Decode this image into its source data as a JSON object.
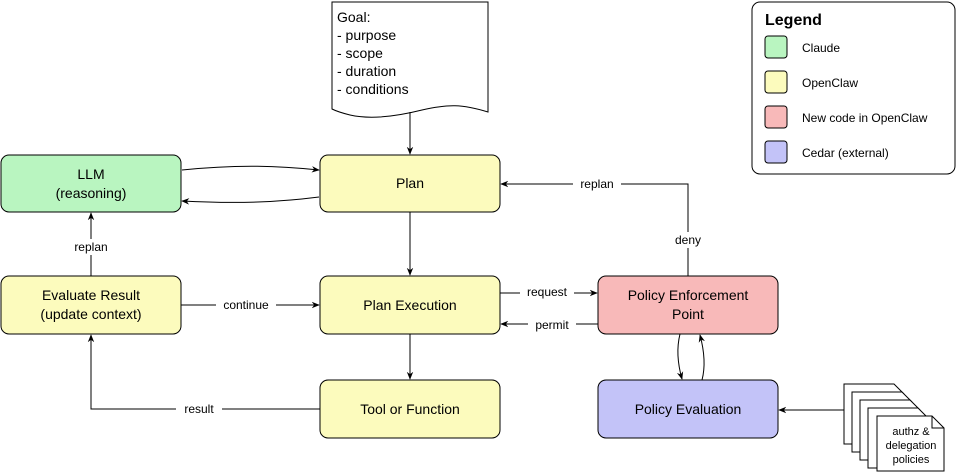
{
  "colors": {
    "claude": "#b9f5c0",
    "openclaw": "#fcfbbd",
    "new_code": "#f8b9b9",
    "cedar": "#c3c3f8",
    "stroke": "#000000",
    "white": "#ffffff"
  },
  "goal": {
    "lines": [
      "Goal:",
      "- purpose",
      "- scope",
      "- duration",
      "- conditions"
    ]
  },
  "nodes": {
    "llm": {
      "lines": [
        "LLM",
        "(reasoning)"
      ]
    },
    "plan": {
      "lines": [
        "Plan"
      ]
    },
    "evaluate": {
      "lines": [
        "Evaluate Result",
        "(update context)"
      ]
    },
    "plan_execution": {
      "lines": [
        "Plan Execution"
      ]
    },
    "pep": {
      "lines": [
        "Policy Enforcement",
        "Point"
      ]
    },
    "tool": {
      "lines": [
        "Tool or Function"
      ]
    },
    "policy_evaluation": {
      "lines": [
        "Policy Evaluation"
      ]
    }
  },
  "policies": {
    "lines": [
      "authz &",
      "delegation",
      "policies"
    ]
  },
  "edge_labels": {
    "replan_top": "replan",
    "deny": "deny",
    "replan_left": "replan",
    "continue": "continue",
    "request": "request",
    "permit": "permit",
    "result": "result"
  },
  "legend": {
    "title": "Legend",
    "items": [
      {
        "label": "Claude",
        "color": "#b9f5c0"
      },
      {
        "label": "OpenClaw",
        "color": "#fcfbbd"
      },
      {
        "label": "New code in OpenClaw",
        "color": "#f8b9b9"
      },
      {
        "label": "Cedar (external)",
        "color": "#c3c3f8"
      }
    ]
  }
}
